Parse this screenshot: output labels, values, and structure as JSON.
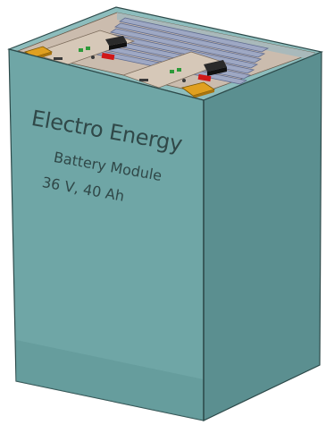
{
  "module": {
    "brand": "Electro Energy",
    "model": "Battery Module",
    "spec": "36 V, 40 Ah"
  },
  "colors": {
    "housing_front": "#6fa6a6",
    "housing_side": "#5b8f90",
    "housing_top": "#8dbdbd",
    "tray": "#c9b8a8",
    "terminal": "#e0a020",
    "busbar": "#9ea8c4",
    "connector": "#2a2a2a",
    "relay": "#d01818",
    "text": "#304848"
  }
}
